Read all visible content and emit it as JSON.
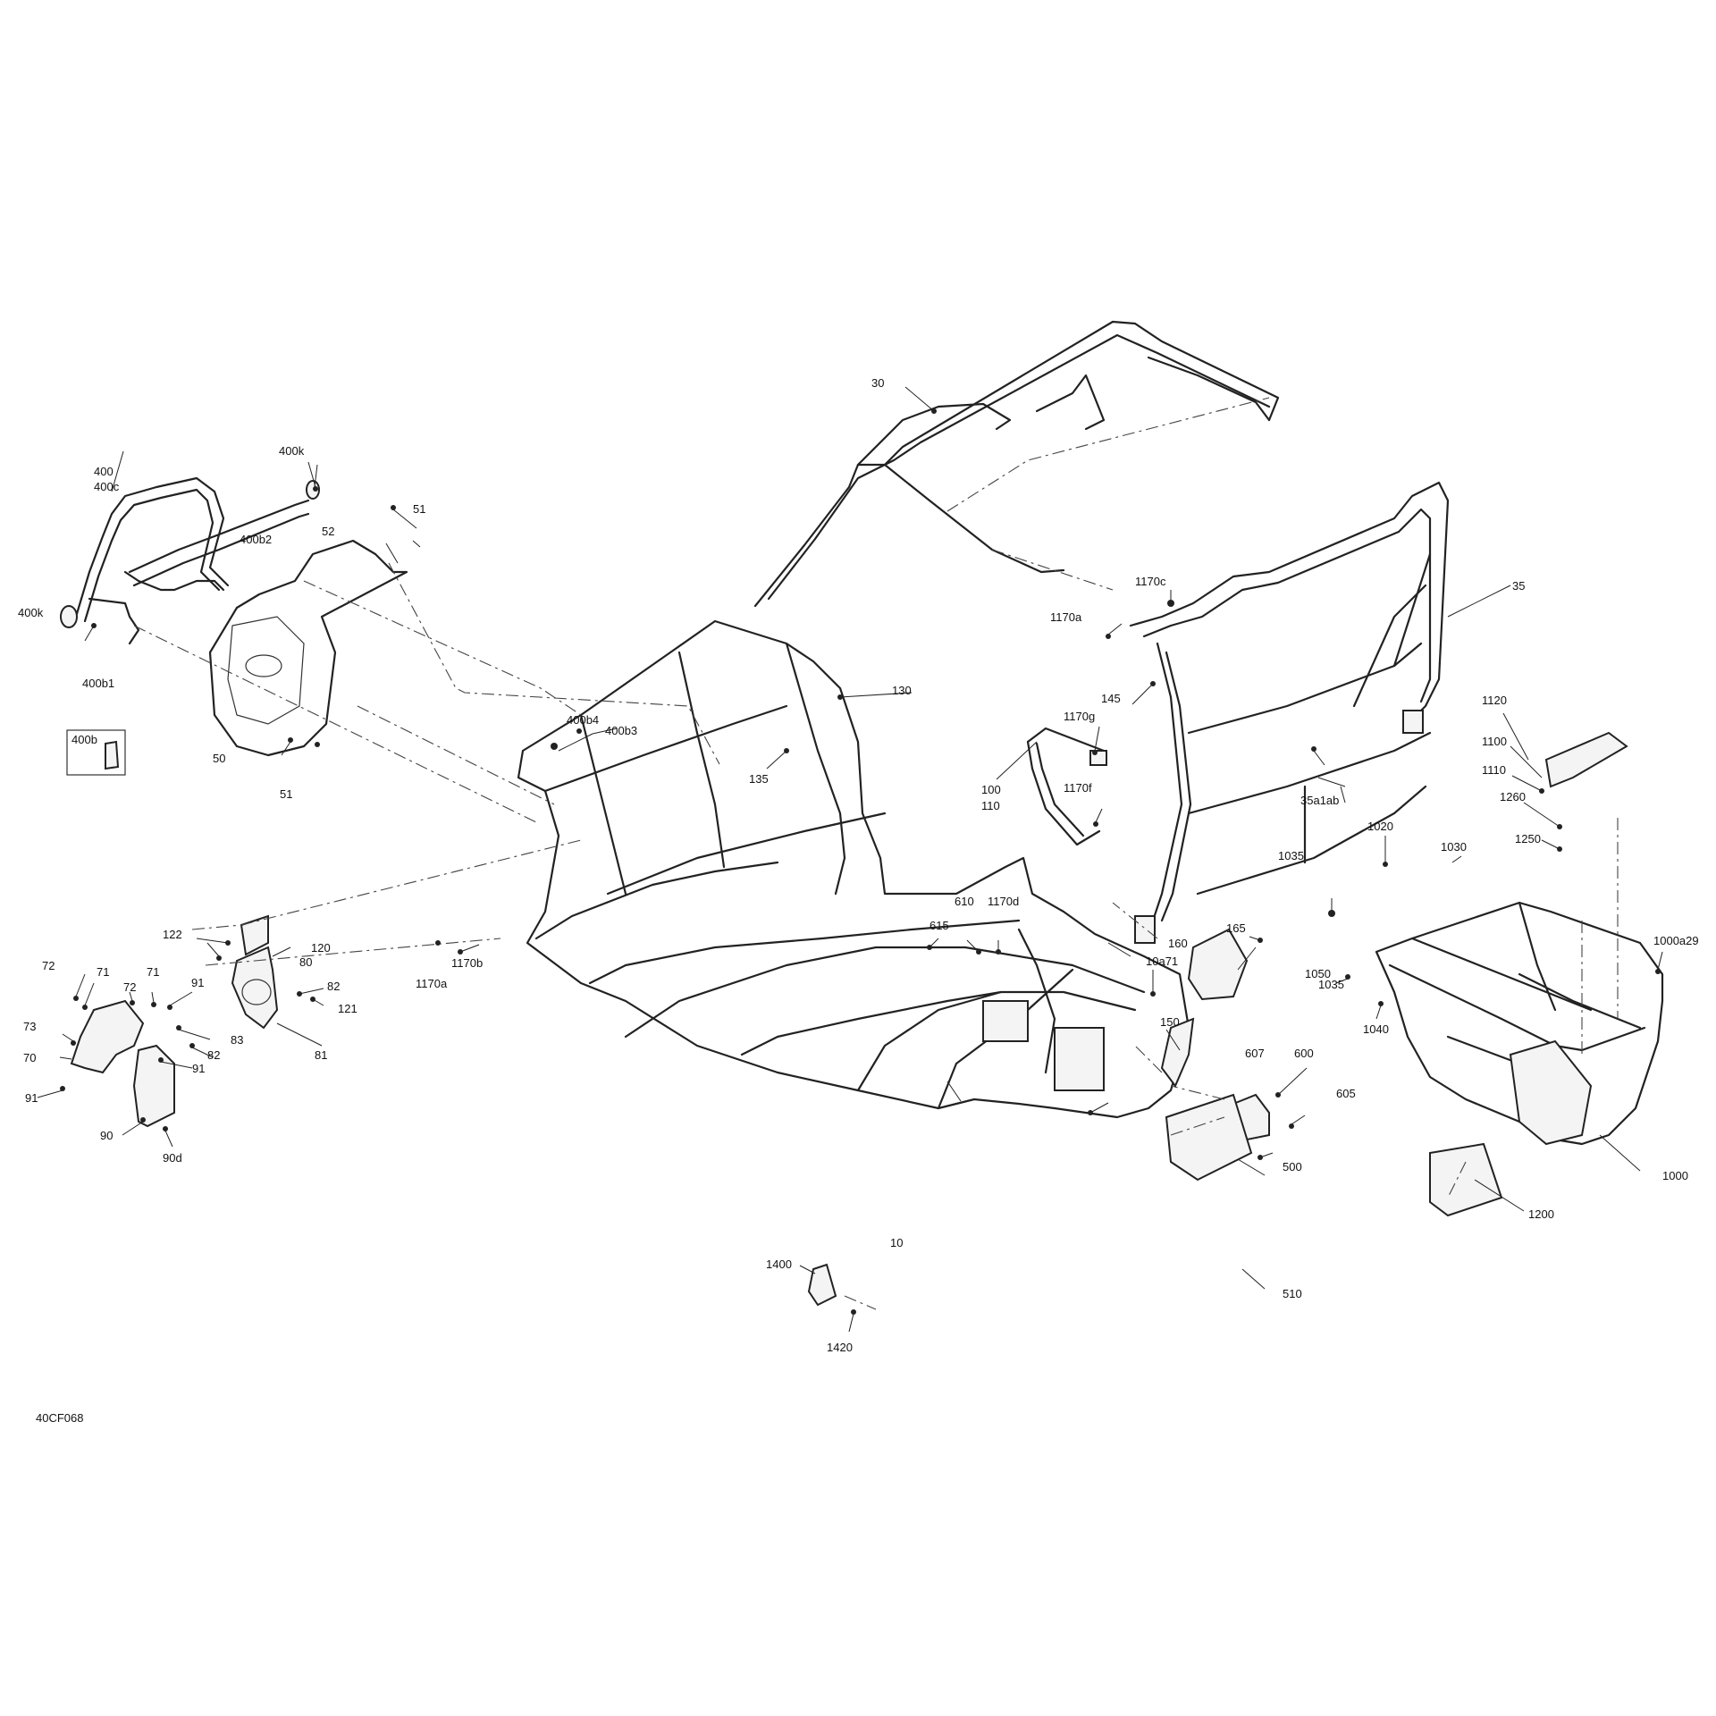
{
  "diagram_code": "40CF068",
  "inset_label": "400b",
  "callouts": {
    "c30": "30",
    "c35": "35",
    "c35a1ab": "35a1ab",
    "c1170c": "1170c",
    "c1170a_top": "1170a",
    "c145": "145",
    "c1170g": "1170g",
    "c100": "100",
    "c110": "110",
    "c1170f": "1170f",
    "c400": "400",
    "c400c": "400c",
    "c400k_top": "400k",
    "c400k_left": "400k",
    "c400b1": "400b1",
    "c400b2": "400b2",
    "c52": "52",
    "c51_top": "51",
    "c51_bot": "51",
    "c50": "50",
    "c400b4": "400b4",
    "c400b3": "400b3",
    "c130": "130",
    "c135": "135",
    "c610": "610",
    "c615": "615",
    "c1170d": "1170d",
    "c1170b": "1170b",
    "c1170a_mid": "1170a",
    "c120": "120",
    "c122": "122",
    "c80": "80",
    "c82a": "82",
    "c121": "121",
    "c81": "81",
    "c72a": "72",
    "c71a": "71",
    "c72b": "72",
    "c71b": "71",
    "c91a": "91",
    "c73": "73",
    "c70": "70",
    "c83": "83",
    "c82b": "82",
    "c91b": "91",
    "c91c": "91",
    "c90": "90",
    "c90d": "90d",
    "c160": "160",
    "c165": "165",
    "c10a71": "10a71",
    "c150": "150",
    "c607": "607",
    "c600": "600",
    "c605": "605",
    "c500": "500",
    "c510": "510",
    "c10": "10",
    "c1400": "1400",
    "c1420": "1420",
    "c1120": "1120",
    "c1100": "1100",
    "c1110": "1110",
    "c1260": "1260",
    "c1250": "1250",
    "c1020": "1020",
    "c1030": "1030",
    "c1035a": "1035",
    "c1035b": "1035",
    "c1050": "1050",
    "c1040": "1040",
    "c1000a29": "1000a29",
    "c1000": "1000",
    "c1200": "1200"
  },
  "colors": {
    "line": "#222222",
    "background": "#ffffff"
  }
}
